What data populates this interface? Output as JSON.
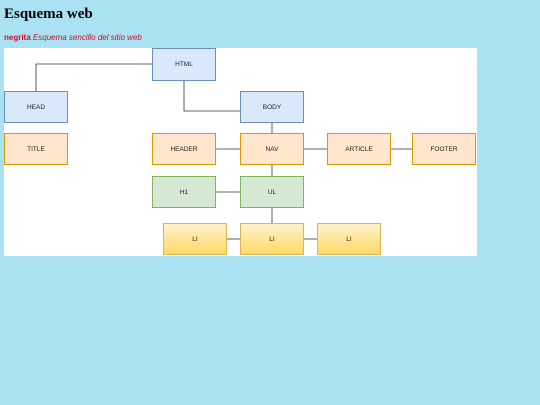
{
  "page": {
    "title": "Esquema web",
    "caption_bold": "negrita",
    "caption_italic": "Esquema sencillo del sitio web"
  },
  "diagram": {
    "nodes": {
      "html": "HTML",
      "head": "HEAD",
      "body": "BODY",
      "title": "TITLE",
      "header": "HEADER",
      "nav": "NAV",
      "article": "ARTICLE",
      "footer": "FOOTER",
      "h1": "H1",
      "ul": "UL",
      "li1": "LI",
      "li2": "LI",
      "li3": "LI"
    },
    "colors": {
      "blue_fill": "#dae8fc",
      "orange_fill": "#ffe6cc",
      "green_fill": "#d5e8d4",
      "yellow_fill": "#fff2cc",
      "connector": "#333333",
      "caption_text": "#c8102e"
    }
  }
}
